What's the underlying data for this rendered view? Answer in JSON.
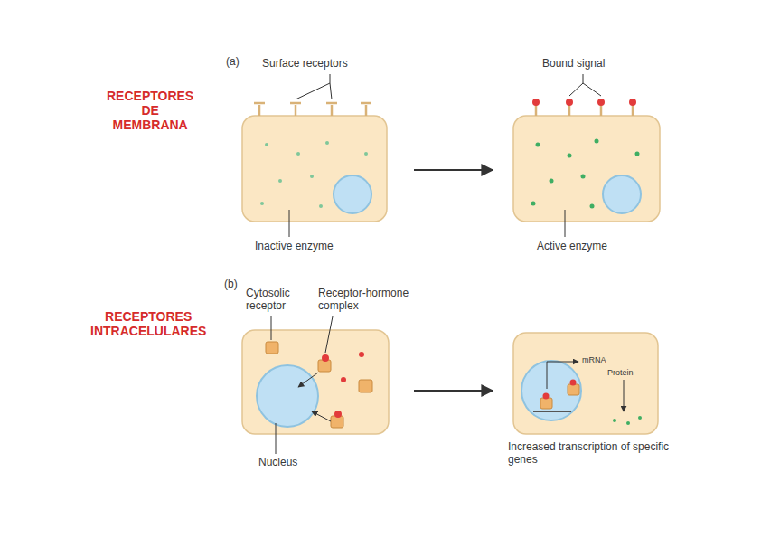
{
  "diagram": {
    "labels": [
      "RECEPTORES DE MEMBRANA",
      "RECEPTORES INTRACELULARES",
      "(a)",
      "Surface receptors",
      "Bound signal",
      "Inactive enzyme",
      "Active enzyme",
      "(b)",
      "Cytosolic receptor",
      "Receptor-hormone complex",
      "Nucleus",
      "Increased transcription of specific genes",
      "mRNA",
      "Protein"
    ]
  }
}
